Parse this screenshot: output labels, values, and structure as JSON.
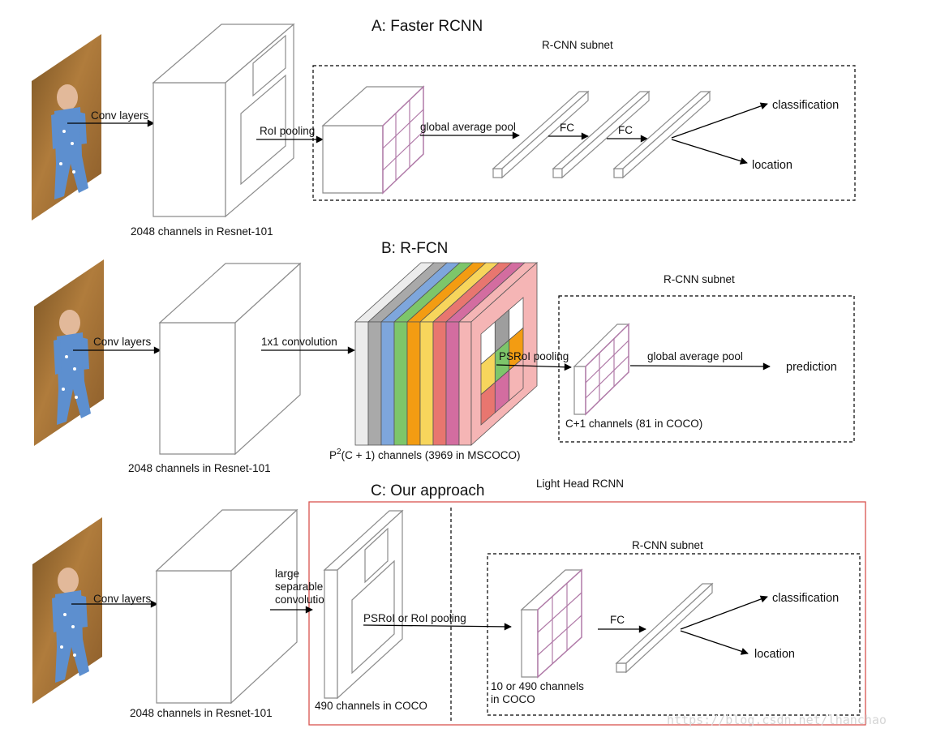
{
  "section_a": {
    "title": "A: Faster RCNN",
    "subnet_label": "R-CNN subnet",
    "conv_label": "Conv layers",
    "backbone_caption": "2048 channels in Resnet-101",
    "roi_label": "RoI pooling",
    "gap_label": "global average pool",
    "fc1_label": "FC",
    "fc2_label": "FC",
    "out_cls": "classification",
    "out_loc": "location"
  },
  "section_b": {
    "title": "B: R-FCN",
    "subnet_label": "R-CNN subnet",
    "conv_label": "Conv layers",
    "backbone_caption": "2048 channels in Resnet-101",
    "conv1x1_label": "1x1 convolution",
    "psroi_label": "PSRoI pooling",
    "gap_label": "global average pool",
    "out_pred": "prediction",
    "cls_caption": "C+1 channels (81 in COCO)",
    "score_caption_p": "P",
    "score_caption_sup": "2",
    "score_caption_rest": "(C + 1)  channels (3969 in MSCOCO)",
    "colors": [
      "#ececec",
      "#a9a9a9",
      "#7ea6dc",
      "#7dc66a",
      "#f39c12",
      "#f7d55c",
      "#e8766f",
      "#d36da0",
      "#f5b5b5"
    ]
  },
  "section_c": {
    "title": "C: Our approach",
    "head_label": "Light Head RCNN",
    "subnet_label": "R-CNN subnet",
    "conv_label": "Conv layers",
    "backbone_caption": "2048 channels in Resnet-101",
    "lsc_line1": "large",
    "lsc_line2": "separable",
    "lsc_line3": "convolution",
    "thin_caption": "490 channels in COCO",
    "pool_label": "PSRoI or RoI pooling",
    "roi_caption_line1": "10  or 490 channels",
    "roi_caption_line2": "in COCO",
    "fc_label": "FC",
    "out_cls": "classification",
    "out_loc": "location",
    "frame_color": "#d9534f"
  },
  "watermark": "https://blog.csdn.net/lhanchao"
}
